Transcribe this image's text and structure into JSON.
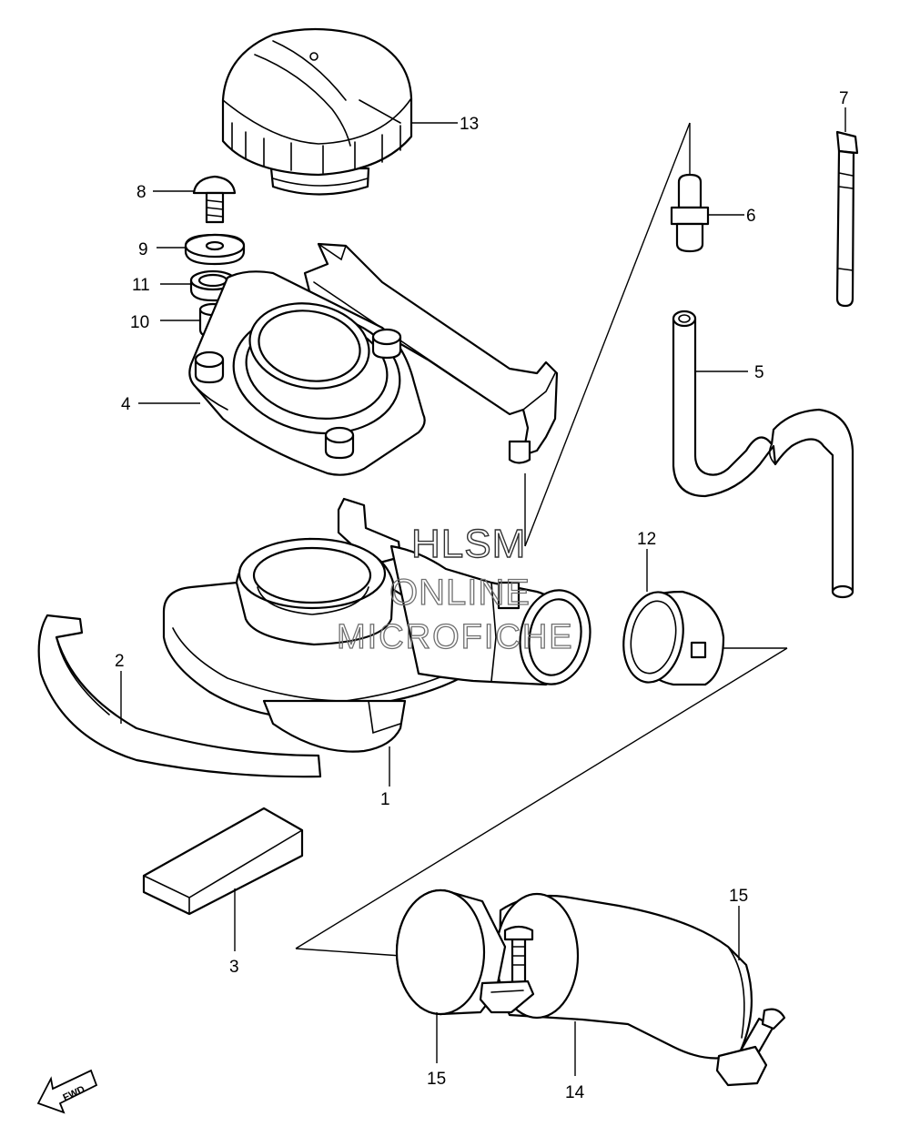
{
  "callouts": {
    "c1": "1",
    "c2": "2",
    "c3": "3",
    "c4": "4",
    "c5": "5",
    "c6": "6",
    "c7": "7",
    "c8": "8",
    "c9": "9",
    "c10": "10",
    "c11": "11",
    "c12": "12",
    "c13": "13",
    "c14": "14",
    "c15a": "15",
    "c15b": "15"
  },
  "watermark": {
    "line1": "HLSM",
    "line2": "ONLINE",
    "line3": "MICROFICHE"
  },
  "fwd_label": "FWD"
}
